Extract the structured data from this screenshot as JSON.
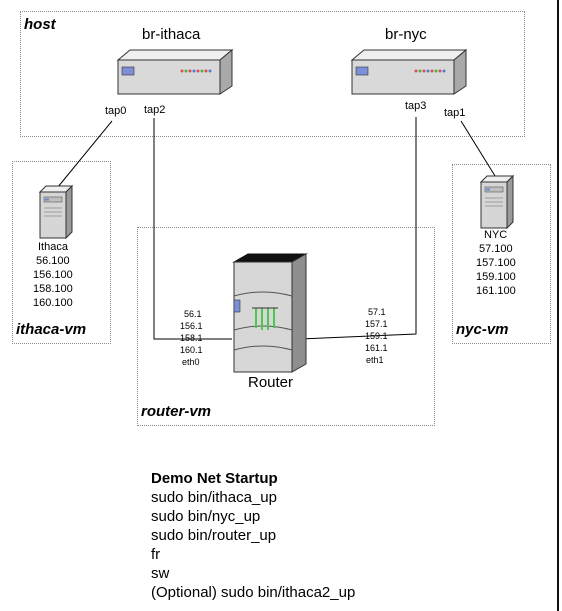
{
  "zones": {
    "host": "host",
    "ithaca_vm": "ithaca-vm",
    "nyc_vm": "nyc-vm",
    "router_vm": "router-vm"
  },
  "bridges": {
    "ithaca": "br-ithaca",
    "nyc": "br-nyc"
  },
  "taps": {
    "tap0": "tap0",
    "tap2": "tap2",
    "tap3": "tap3",
    "tap1": "tap1"
  },
  "ithaca": {
    "name": "Ithaca",
    "addresses": [
      "56.100",
      "156.100",
      "158.100",
      "160.100"
    ]
  },
  "nyc": {
    "name": "NYC",
    "addresses": [
      "57.100",
      "157.100",
      "159.100",
      "161.100"
    ]
  },
  "router": {
    "name": "Router",
    "eth0": [
      "56.1",
      "156.1",
      "158.1",
      "160.1",
      "eth0"
    ],
    "eth1": [
      "57.1",
      "157.1",
      "159.1",
      "161.1",
      "eth1"
    ]
  },
  "startup": {
    "heading": "Demo Net Startup",
    "commands": [
      "sudo bin/ithaca_up",
      "sudo bin/nyc_up",
      "sudo bin/router_up",
      "fr",
      "sw",
      "(Optional) sudo bin/ithaca2_up"
    ]
  },
  "colors": {
    "border": "#8a8a8a",
    "device_body": "#d9d9d9",
    "router_leds": "#4cc94c"
  }
}
